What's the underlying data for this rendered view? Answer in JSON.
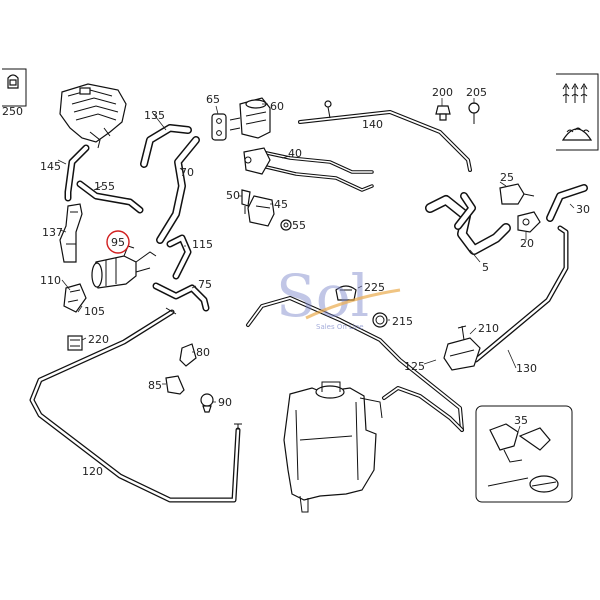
{
  "watermark": {
    "logo_text": "Sol",
    "tagline": "Sales On Line",
    "colors": {
      "logo": "#7a86c9",
      "accent": "#e8a33c"
    }
  },
  "highlight_color": "#d11f1f",
  "parts": [
    {
      "id": "label-250",
      "text": "250"
    },
    {
      "id": "label-145",
      "text": "145"
    },
    {
      "id": "label-155",
      "text": "155"
    },
    {
      "id": "label-137",
      "text": "137"
    },
    {
      "id": "label-95",
      "text": "95"
    },
    {
      "id": "label-110",
      "text": "110"
    },
    {
      "id": "label-105",
      "text": "105"
    },
    {
      "id": "label-220",
      "text": "220"
    },
    {
      "id": "label-135",
      "text": "135"
    },
    {
      "id": "label-65",
      "text": "65"
    },
    {
      "id": "label-60",
      "text": "60"
    },
    {
      "id": "label-70",
      "text": "70"
    },
    {
      "id": "label-40",
      "text": "40"
    },
    {
      "id": "label-50",
      "text": "50"
    },
    {
      "id": "label-45",
      "text": "45"
    },
    {
      "id": "label-55",
      "text": "55"
    },
    {
      "id": "label-115",
      "text": "115"
    },
    {
      "id": "label-75",
      "text": "75"
    },
    {
      "id": "label-80",
      "text": "80"
    },
    {
      "id": "label-85",
      "text": "85"
    },
    {
      "id": "label-90",
      "text": "90"
    },
    {
      "id": "label-120",
      "text": "120"
    },
    {
      "id": "label-140",
      "text": "140"
    },
    {
      "id": "label-200",
      "text": "200"
    },
    {
      "id": "label-205",
      "text": "205"
    },
    {
      "id": "label-25",
      "text": "25"
    },
    {
      "id": "label-30",
      "text": "30"
    },
    {
      "id": "label-20",
      "text": "20"
    },
    {
      "id": "label-5",
      "text": "5"
    },
    {
      "id": "label-225",
      "text": "225"
    },
    {
      "id": "label-215",
      "text": "215"
    },
    {
      "id": "label-210",
      "text": "210"
    },
    {
      "id": "label-125",
      "text": "125"
    },
    {
      "id": "label-130",
      "text": "130"
    },
    {
      "id": "label-35",
      "text": "35"
    }
  ]
}
